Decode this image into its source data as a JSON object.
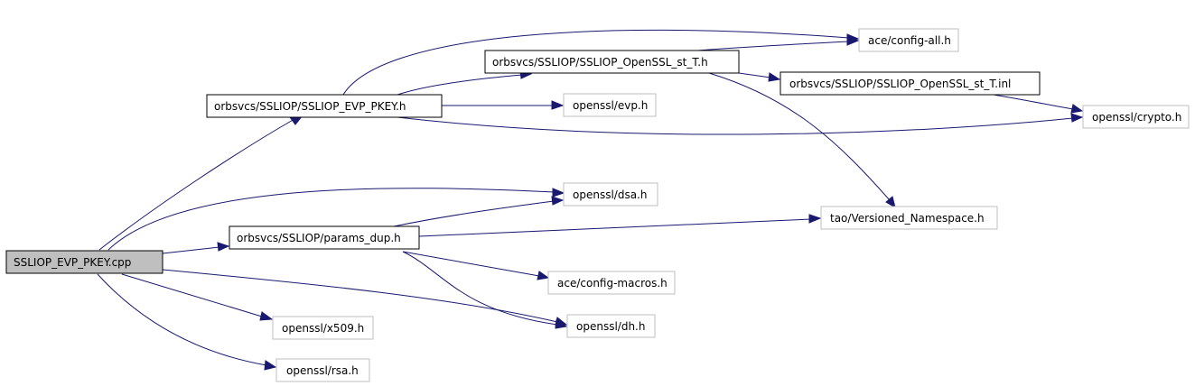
{
  "nodes": {
    "root": "SSLIOP_EVP_PKEY.cpp",
    "evp_pkey_h": "orbsvcs/SSLIOP/SSLIOP_EVP_PKEY.h",
    "openssl_st_t_h": "orbsvcs/SSLIOP/SSLIOP_OpenSSL_st_T.h",
    "ace_config_all": "ace/config-all.h",
    "openssl_st_t_inl": "orbsvcs/SSLIOP/SSLIOP_OpenSSL_st_T.inl",
    "openssl_crypto": "openssl/crypto.h",
    "openssl_evp": "openssl/evp.h",
    "openssl_dsa": "openssl/dsa.h",
    "params_dup": "orbsvcs/SSLIOP/params_dup.h",
    "tao_versioned": "tao/Versioned_Namespace.h",
    "ace_config_macros": "ace/config-macros.h",
    "openssl_x509": "openssl/x509.h",
    "openssl_dh": "openssl/dh.h",
    "openssl_rsa": "openssl/rsa.h"
  },
  "colors": {
    "edge": "#191970",
    "root_fill": "#bfbfbf",
    "visited_border": "#000000",
    "leaf_border": "#bfbfbf"
  }
}
